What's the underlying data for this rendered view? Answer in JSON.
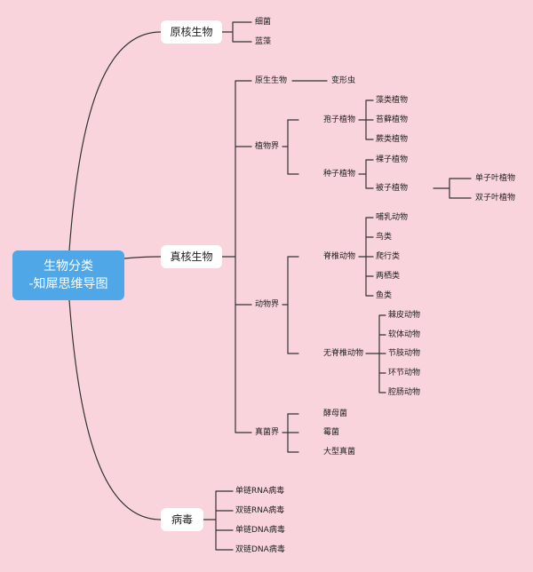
{
  "root": {
    "line1": "生物分类",
    "line2": "-知犀思维导图"
  },
  "prokaryote": {
    "label": "原核生物",
    "children": [
      "细菌",
      "蓝藻"
    ]
  },
  "eukaryote": {
    "label": "真核生物"
  },
  "protist": {
    "label": "原生生物",
    "child": "变形虫"
  },
  "plant": {
    "label": "植物界",
    "spore": {
      "label": "孢子植物",
      "children": [
        "藻类植物",
        "苔藓植物",
        "蕨类植物"
      ]
    },
    "seed": {
      "label": "种子植物",
      "gymno": "裸子植物",
      "angio": {
        "label": "被子植物",
        "children": [
          "单子叶植物",
          "双子叶植物"
        ]
      }
    }
  },
  "animal": {
    "label": "动物界",
    "vertebrate": {
      "label": "脊椎动物",
      "children": [
        "哺乳动物",
        "鸟类",
        "爬行类",
        "两栖类",
        "鱼类"
      ]
    },
    "invertebrate": {
      "label": "无脊椎动物",
      "children": [
        "棘皮动物",
        "软体动物",
        "节肢动物",
        "环节动物",
        "腔肠动物"
      ]
    }
  },
  "fungi": {
    "label": "真菌界",
    "children": [
      "酵母菌",
      "霉菌",
      "大型真菌"
    ]
  },
  "virus": {
    "label": "病毒",
    "children": [
      "单链RNA病毒",
      "双链RNA病毒",
      "单链DNA病毒",
      "双链DNA病毒"
    ]
  }
}
